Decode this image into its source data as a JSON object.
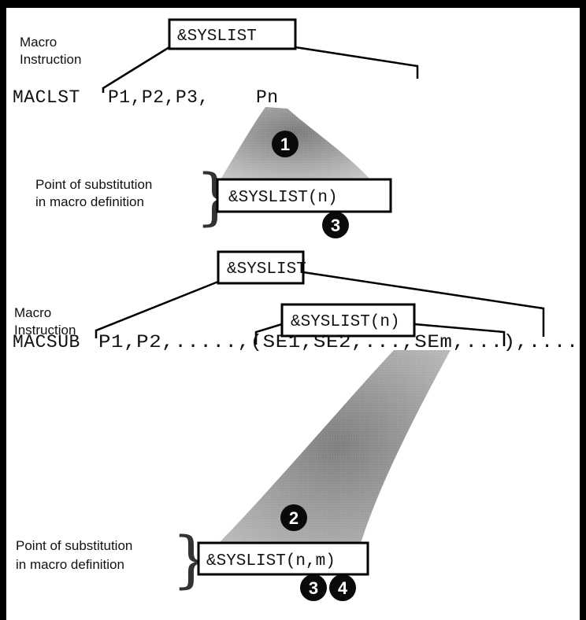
{
  "top": {
    "box_label": "&SYSLIST",
    "macro_label_line1": "Macro",
    "macro_label_line2": "Instruction",
    "instruction_keyword": "MACLST",
    "instruction_operands": "P1,P2,P3,",
    "instruction_last": "Pn",
    "marker_1": "1",
    "substitution_line1": "Point of substitution",
    "substitution_line2": "in macro definition",
    "substitution_box": "&SYSLIST(n)",
    "marker_3": "3"
  },
  "bottom": {
    "box_label": "&SYSLIST",
    "sub_box_label": "&SYSLIST(n)",
    "macro_label_line1": "Macro",
    "macro_label_line2": "Instruction",
    "instruction_keyword": "MACSUB",
    "instruction_operands": "P1,P2,.....,(SE1,SE2,...,SEm,...),....",
    "marker_2": "2",
    "substitution_line1": "Point of substitution",
    "substitution_line2": "in macro definition",
    "substitution_box": "&SYSLIST(n,m)",
    "marker_3": "3",
    "marker_4": "4"
  },
  "colors": {
    "ink": "#111111",
    "frame": "#000000",
    "shade": "#8a8a8a"
  }
}
